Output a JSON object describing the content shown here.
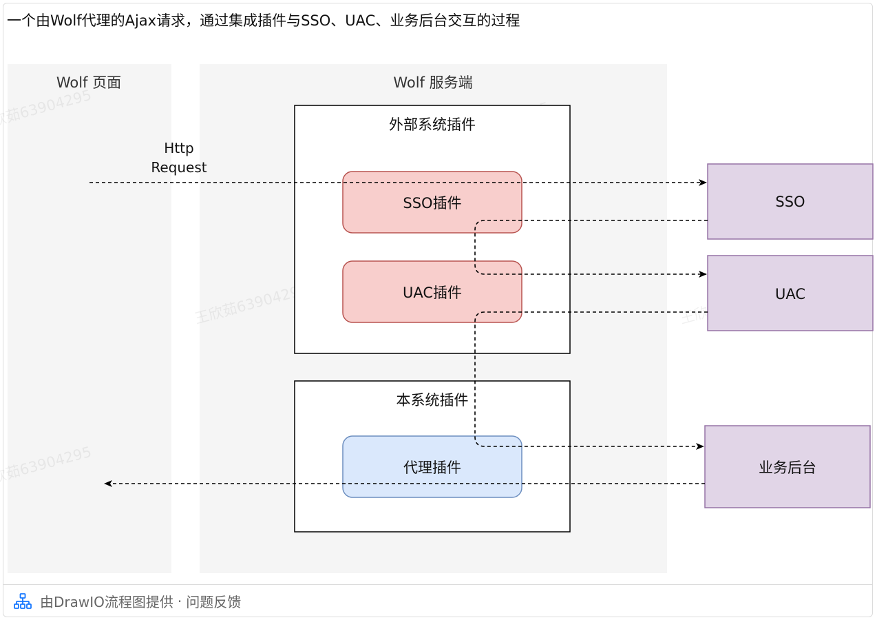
{
  "title": "一个由Wolf代理的Ajax请求，通过集成插件与SSO、UAC、业务后台交互的过程",
  "lanes": {
    "page": "Wolf 页面",
    "server": "Wolf 服务端"
  },
  "groups": {
    "external": "外部系统插件",
    "internal": "本系统插件"
  },
  "plugins": {
    "sso": "SSO插件",
    "uac": "UAC插件",
    "proxy": "代理插件"
  },
  "systems": {
    "sso": "SSO",
    "uac": "UAC",
    "backend": "业务后台"
  },
  "edge_labels": {
    "http_line1": "Http",
    "http_line2": "Request"
  },
  "watermark": {
    "text": "王欣茹63904295"
  },
  "colors": {
    "lane_fill": "#f5f5f5",
    "plugin_red_fill": "#f8cecc",
    "plugin_red_stroke": "#b85450",
    "plugin_blue_fill": "#dae8fc",
    "plugin_blue_stroke": "#6c8ebf",
    "system_fill": "#e1d5e7",
    "system_stroke": "#9673a6"
  },
  "footer": {
    "icon": "sitemap-icon",
    "provider": "由DrawIO流程图提供",
    "separator": "·",
    "feedback": "问题反馈"
  }
}
